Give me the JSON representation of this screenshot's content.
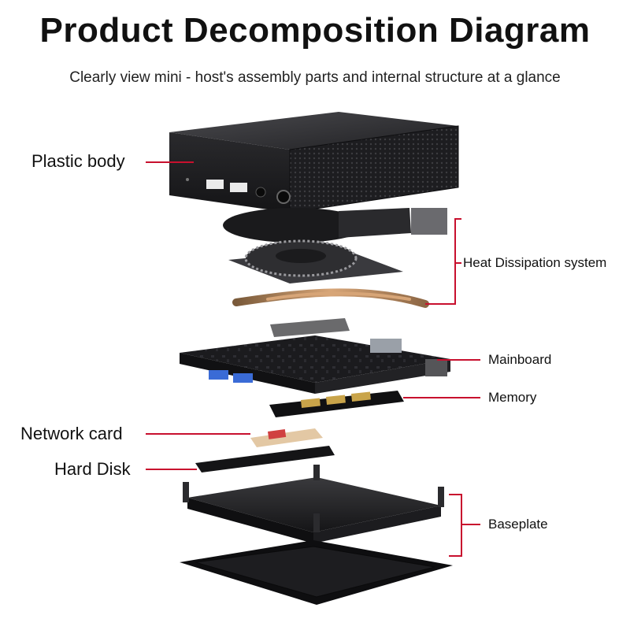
{
  "header": {
    "title": "Product Decomposition Diagram",
    "subtitle": "Clearly view mini - host's assembly parts and internal structure at a glance"
  },
  "labels": {
    "plastic_body": "Plastic body",
    "heat_dissipation": "Heat Dissipation system",
    "mainboard": "Mainboard",
    "memory": "Memory",
    "network_card": "Network card",
    "hard_disk": "Hard Disk",
    "baseplate": "Baseplate"
  },
  "colors": {
    "leader_line": "#c8102e",
    "component_dark": "#1c1c1e",
    "copper": "#b8875a",
    "memory_chip": "#c9a44a"
  },
  "icons": [
    "mini-pc-body-image",
    "cooling-fan-image",
    "heat-pipe-image",
    "mainboard-image",
    "memory-module-image",
    "network-card-image",
    "ssd-image",
    "baseplate-image",
    "rubber-base-image"
  ]
}
